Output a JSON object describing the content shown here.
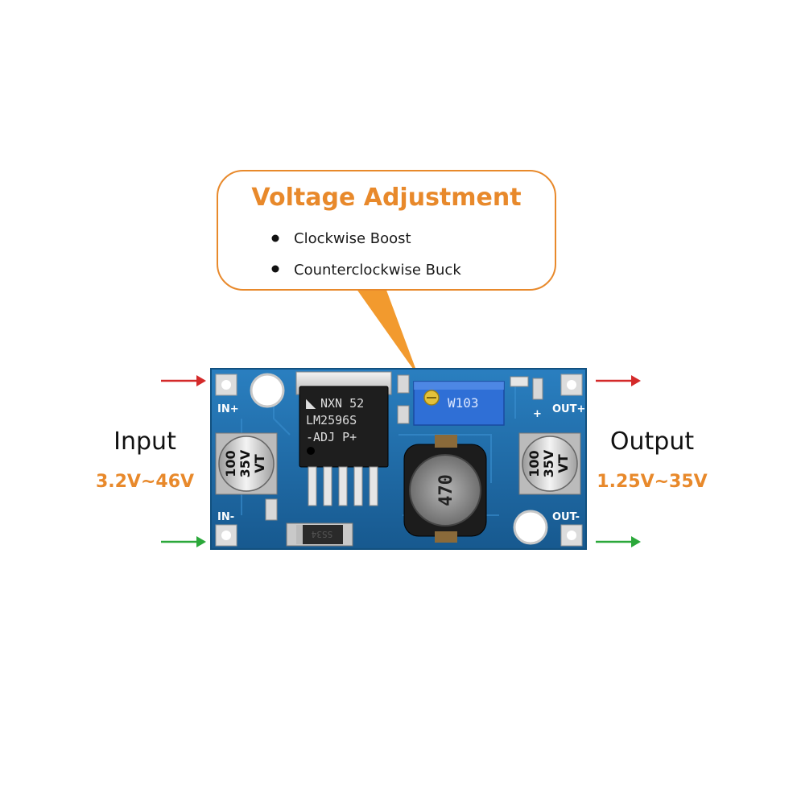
{
  "callout": {
    "title": "Voltage Adjustment",
    "items": [
      "Clockwise Boost",
      "Counterclockwise Buck"
    ]
  },
  "input": {
    "label": "Input",
    "range": "3.2V~46V"
  },
  "output": {
    "label": "Output",
    "range": "1.25V~35V"
  },
  "board": {
    "in_plus": "IN+",
    "in_minus": "IN-",
    "out_plus": "OUT+",
    "out_minus": "OUT-",
    "plus_mark": "+",
    "regulator": {
      "line1": "NXN 52",
      "line2": "LM2596S",
      "line3": "-ADJ P+"
    },
    "capacitor": {
      "line1": "100",
      "line2": "35V",
      "line3": "VT"
    },
    "inductor": "470",
    "potentiometer": "W103",
    "diode": "SS34"
  },
  "colors": {
    "accent_orange": "#E8892B",
    "pcb_blue": "#1E6BA8",
    "arrow_red": "#D42A2A",
    "arrow_green": "#2BA83A"
  }
}
